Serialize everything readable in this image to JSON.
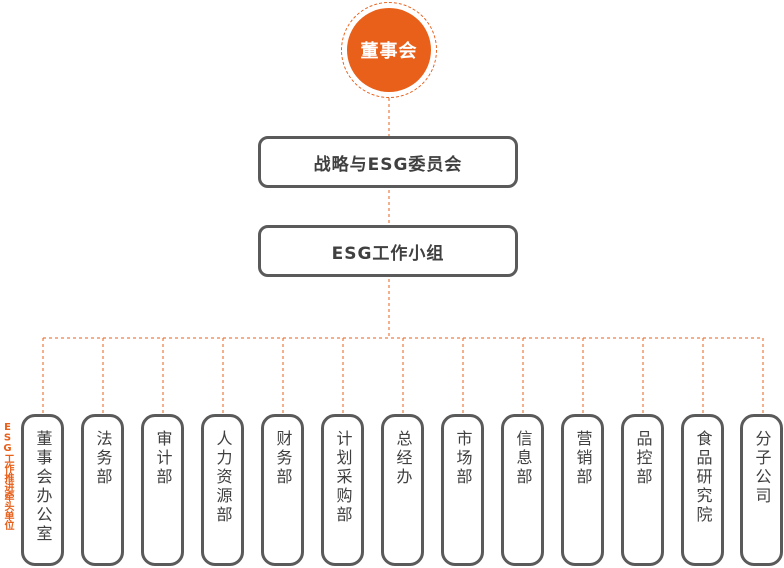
{
  "board": {
    "label": "董事会"
  },
  "committee": {
    "label": "战略与ESG委员会"
  },
  "working_group": {
    "label": "ESG工作小组"
  },
  "side_label": "ESG工作推进牵头单位",
  "departments": [
    {
      "label": "董事会办公室"
    },
    {
      "label": "法务部"
    },
    {
      "label": "审计部"
    },
    {
      "label": "人力资源部"
    },
    {
      "label": "财务部"
    },
    {
      "label": "计划采购部"
    },
    {
      "label": "总经办"
    },
    {
      "label": "市场部"
    },
    {
      "label": "信息部"
    },
    {
      "label": "营销部"
    },
    {
      "label": "品控部"
    },
    {
      "label": "食品研究院"
    },
    {
      "label": "分子公司"
    }
  ],
  "colors": {
    "accent": "#e8601a",
    "box_border": "#5a5a5a",
    "text": "#404040"
  }
}
